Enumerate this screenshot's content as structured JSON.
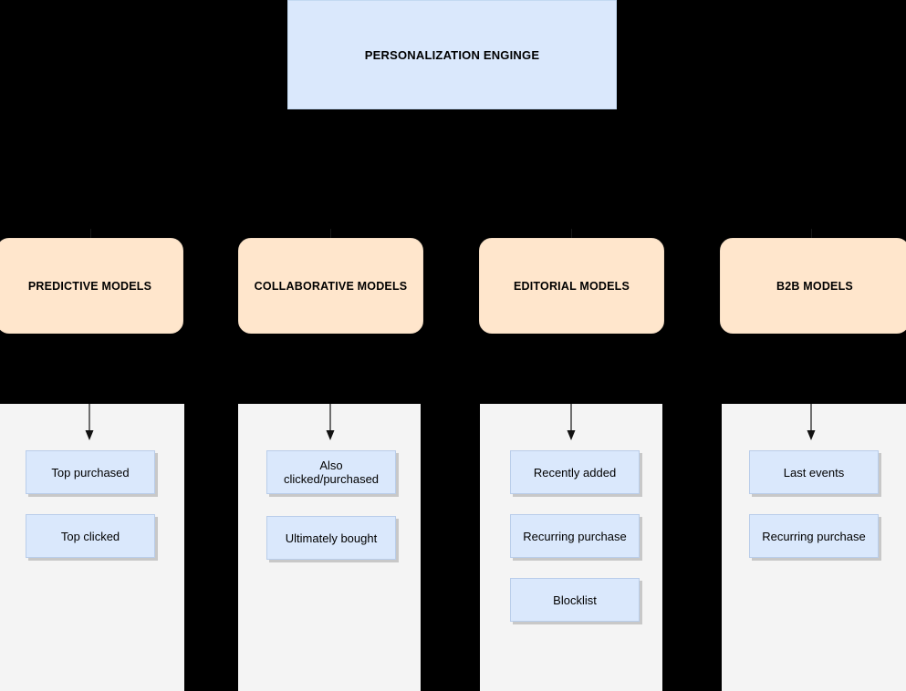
{
  "diagram": {
    "title_box": {
      "label": "PERSONALIZATION ENGINGE",
      "fill": "#dae8fc"
    },
    "model_fill": "#ffe6cc",
    "lane_fill": "#f4f4f4",
    "item_fill": "#dae8fc",
    "background": "#000000",
    "columns": [
      {
        "model": "PREDICTIVE MODELS",
        "items": [
          "Top purchased",
          "Top clicked"
        ]
      },
      {
        "model": "COLLABORATIVE MODELS",
        "items": [
          "Also clicked/purchased",
          "Ultimately bought"
        ]
      },
      {
        "model": "EDITORIAL MODELS",
        "items": [
          "Recently added",
          "Recurring purchase",
          "Blocklist"
        ]
      },
      {
        "model": "B2B MODELS",
        "items": [
          "Last events",
          "Recurring purchase"
        ]
      }
    ]
  }
}
